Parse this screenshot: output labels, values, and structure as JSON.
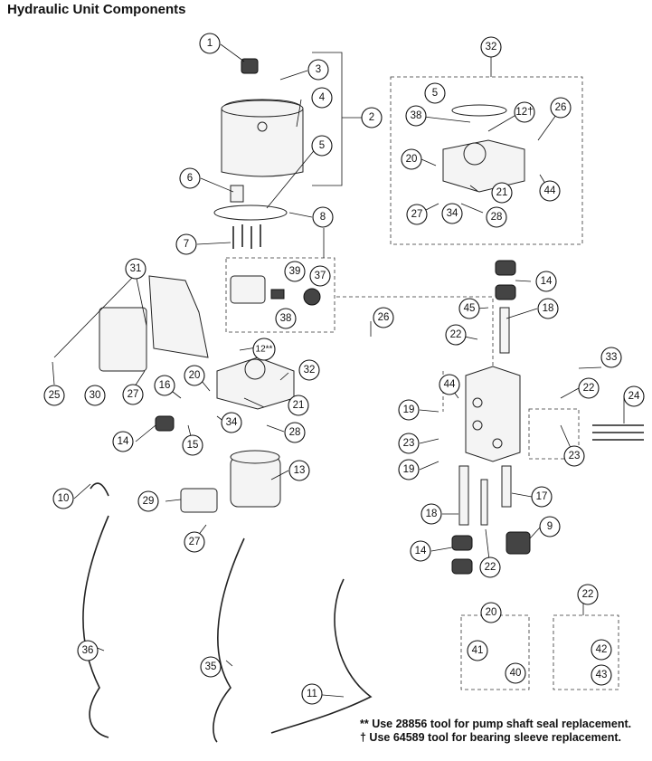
{
  "title": "Hydraulic Unit Components",
  "notes": {
    "note1": "** Use 28856 tool for pump shaft seal replacement.",
    "note2": "† Use 64589 tool for bearing sleeve replacement."
  },
  "callouts": [
    {
      "id": "c1",
      "label": "1"
    },
    {
      "id": "c2",
      "label": "2"
    },
    {
      "id": "c3",
      "label": "3"
    },
    {
      "id": "c4",
      "label": "4"
    },
    {
      "id": "c5a",
      "label": "5"
    },
    {
      "id": "c5b",
      "label": "5"
    },
    {
      "id": "c6",
      "label": "6"
    },
    {
      "id": "c7",
      "label": "7"
    },
    {
      "id": "c8",
      "label": "8"
    },
    {
      "id": "c9",
      "label": "9"
    },
    {
      "id": "c10",
      "label": "10"
    },
    {
      "id": "c11",
      "label": "11"
    },
    {
      "id": "c12a",
      "label": "12†"
    },
    {
      "id": "c12b",
      "label": "12**"
    },
    {
      "id": "c13",
      "label": "13"
    },
    {
      "id": "c14a",
      "label": "14"
    },
    {
      "id": "c14b",
      "label": "14"
    },
    {
      "id": "c14c",
      "label": "14"
    },
    {
      "id": "c15",
      "label": "15"
    },
    {
      "id": "c16",
      "label": "16"
    },
    {
      "id": "c17",
      "label": "17"
    },
    {
      "id": "c18a",
      "label": "18"
    },
    {
      "id": "c18b",
      "label": "18"
    },
    {
      "id": "c19a",
      "label": "19"
    },
    {
      "id": "c19b",
      "label": "19"
    },
    {
      "id": "c20a",
      "label": "20"
    },
    {
      "id": "c20b",
      "label": "20"
    },
    {
      "id": "c20c",
      "label": "20"
    },
    {
      "id": "c21a",
      "label": "21"
    },
    {
      "id": "c21b",
      "label": "21"
    },
    {
      "id": "c22a",
      "label": "22"
    },
    {
      "id": "c22b",
      "label": "22"
    },
    {
      "id": "c22c",
      "label": "22"
    },
    {
      "id": "c22d",
      "label": "22"
    },
    {
      "id": "c23a",
      "label": "23"
    },
    {
      "id": "c23b",
      "label": "23"
    },
    {
      "id": "c23c",
      "label": "23"
    },
    {
      "id": "c24",
      "label": "24"
    },
    {
      "id": "c25",
      "label": "25"
    },
    {
      "id": "c26a",
      "label": "26"
    },
    {
      "id": "c26b",
      "label": "26"
    },
    {
      "id": "c27a",
      "label": "27"
    },
    {
      "id": "c27b",
      "label": "27"
    },
    {
      "id": "c27c",
      "label": "27"
    },
    {
      "id": "c28a",
      "label": "28"
    },
    {
      "id": "c28b",
      "label": "28"
    },
    {
      "id": "c29",
      "label": "29"
    },
    {
      "id": "c30",
      "label": "30"
    },
    {
      "id": "c31",
      "label": "31"
    },
    {
      "id": "c32a",
      "label": "32"
    },
    {
      "id": "c32b",
      "label": "32"
    },
    {
      "id": "c33",
      "label": "33"
    },
    {
      "id": "c34a",
      "label": "34"
    },
    {
      "id": "c34b",
      "label": "34"
    },
    {
      "id": "c35",
      "label": "35"
    },
    {
      "id": "c36",
      "label": "36"
    },
    {
      "id": "c37",
      "label": "37"
    },
    {
      "id": "c38a",
      "label": "38"
    },
    {
      "id": "c38b",
      "label": "38"
    },
    {
      "id": "c39",
      "label": "39"
    },
    {
      "id": "c40",
      "label": "40"
    },
    {
      "id": "c41",
      "label": "41"
    },
    {
      "id": "c42",
      "label": "42"
    },
    {
      "id": "c43",
      "label": "43"
    },
    {
      "id": "c44a",
      "label": "44"
    },
    {
      "id": "c44b",
      "label": "44"
    },
    {
      "id": "c45",
      "label": "45"
    }
  ]
}
